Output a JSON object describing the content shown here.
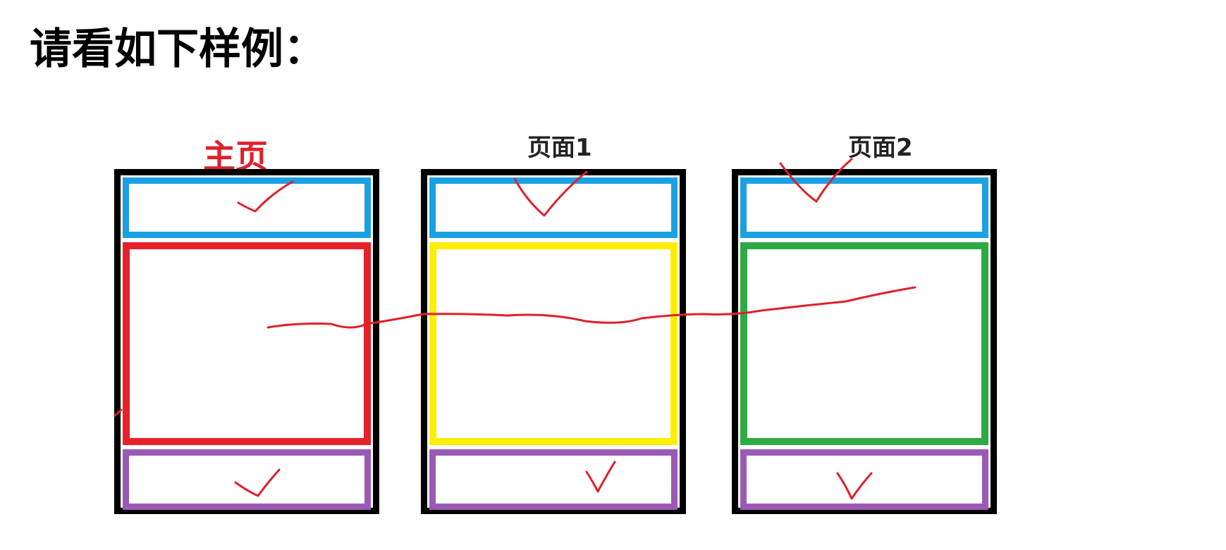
{
  "title": "请看如下样例：",
  "pages": [
    {
      "label": "主页",
      "label_color": "#e0202a",
      "header_color": "#1ba1e2",
      "content_color": "#e8202a",
      "footer_color": "#9b59b6"
    },
    {
      "label": "页面1",
      "label_color": "#222222",
      "header_color": "#1ba1e2",
      "content_color": "#ffee00",
      "footer_color": "#9b59b6"
    },
    {
      "label": "页面2",
      "label_color": "#222222",
      "header_color": "#1ba1e2",
      "content_color": "#2eaa45",
      "footer_color": "#9b59b6"
    }
  ],
  "annotation_color": "#e0202a"
}
